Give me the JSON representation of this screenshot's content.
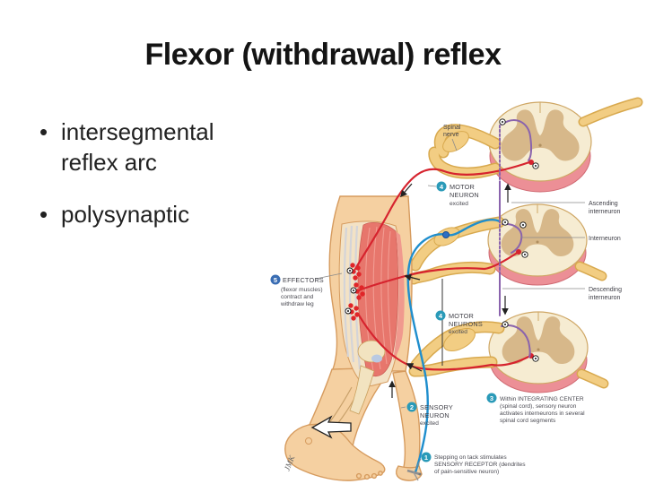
{
  "slide": {
    "title": "Flexor (withdrawal) reflex",
    "bullets": [
      "intersegmental reflex arc",
      "polysynaptic"
    ]
  },
  "diagram": {
    "spinal_nerve": {
      "line1": "Spinal",
      "line2": "nerve"
    },
    "interneuron_labels": {
      "ascending_line1": "Ascending",
      "ascending_line2": "interneuron",
      "middle": "Interneuron",
      "descending_line1": "Descending",
      "descending_line2": "interneuron"
    },
    "steps": {
      "s1": {
        "num": "1",
        "line1": "Stepping on tack stimulates",
        "line2": "SENSORY RECEPTOR (dendrites",
        "line3": "of pain-sensitive neuron)"
      },
      "s2": {
        "num": "2",
        "line1": "SENSORY",
        "line2": "NEURON",
        "line3": "excited"
      },
      "s3": {
        "num": "3",
        "line1": "Within INTEGRATING CENTER",
        "line2": "(spinal cord), sensory neuron",
        "line3": "activates interneurons in several",
        "line4": "spinal cord segments"
      },
      "s4a": {
        "num": "4",
        "line1": "MOTOR",
        "line2": "NEURON",
        "line3": "excited"
      },
      "s4b": {
        "num": "4",
        "line1": "MOTOR",
        "line2": "NEURONS",
        "line3": "excited"
      },
      "s5": {
        "num": "5",
        "line1": "EFFECTORS",
        "line2": "(flexor muscles)",
        "line3": "contract and",
        "line4": "withdraw leg"
      }
    },
    "signature": "JMK",
    "colors": {
      "step_circle_teal": "#2a9ab8",
      "step_circle_blue": "#3a6db3",
      "motor_neuron_red": "#d6232e",
      "sensory_neuron_blue": "#1f8ecd",
      "interneuron_purple": "#8a63ad",
      "nerve_yellow": "#f2cd83",
      "cord_white_matter": "#f6ecd2",
      "cord_gray_matter": "#d7b88a",
      "cord_pink": "#ec8f96",
      "skin": "#f5d0a1",
      "muscle_red": "#e7766c"
    }
  }
}
